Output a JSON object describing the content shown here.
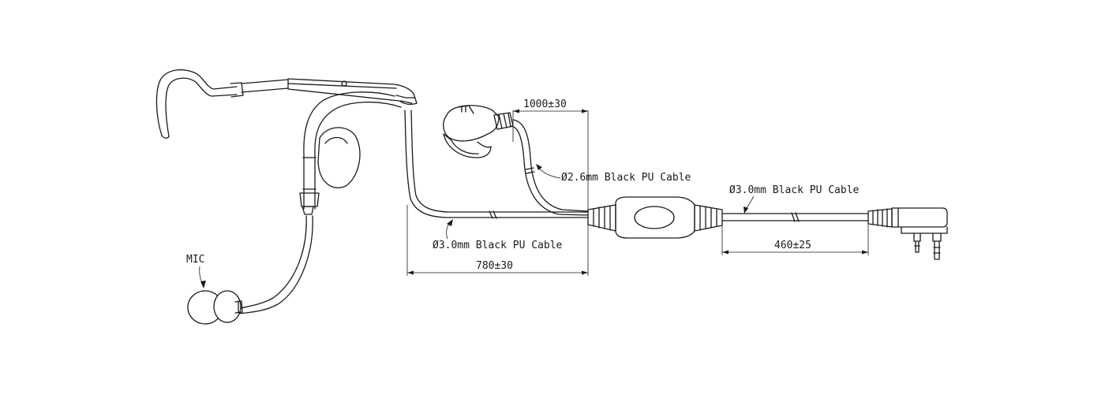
{
  "labels": {
    "mic": "MIC",
    "cable_ear": "Ø2.6mm Black PU Cable",
    "cable_upper": "Ø3.0mm Black PU Cable",
    "cable_lower": "Ø3.0mm Black PU Cable"
  },
  "dimensions": {
    "ear_cable": "1000±30",
    "head_cable": "780±30",
    "plug_cable": "460±25"
  }
}
